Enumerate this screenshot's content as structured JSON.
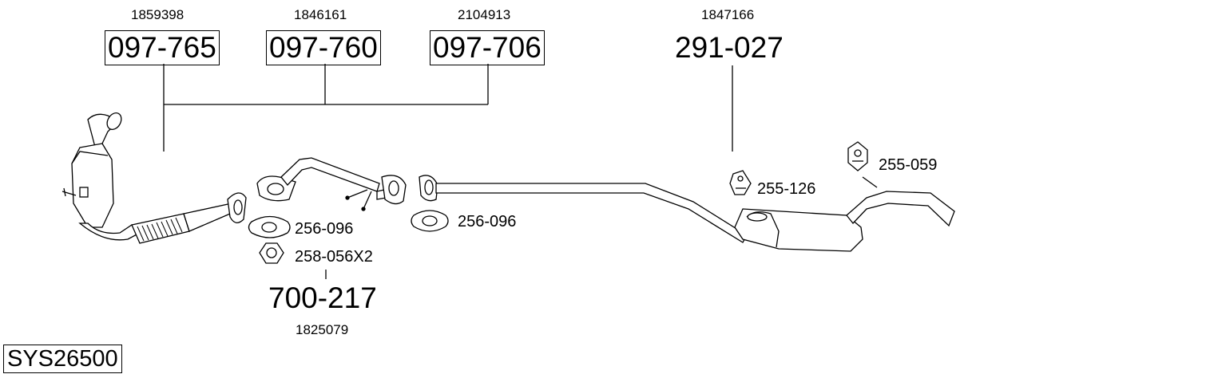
{
  "system_code": "SYS26500",
  "parts": [
    {
      "ref": "1859398",
      "number": "097-765",
      "boxed": true
    },
    {
      "ref": "1846161",
      "number": "097-760",
      "boxed": true
    },
    {
      "ref": "2104913",
      "number": "097-706",
      "boxed": true
    },
    {
      "ref": "1847166",
      "number": "291-027",
      "boxed": false
    },
    {
      "ref": "1825079",
      "number": "700-217",
      "boxed": false
    }
  ],
  "small_parts": [
    {
      "label": "256-096",
      "icon": "gasket-icon"
    },
    {
      "label": "258-056X2",
      "icon": "nut-icon"
    },
    {
      "label": "256-096",
      "icon": "gasket-icon"
    },
    {
      "label": "255-126",
      "icon": "rubber-hanger-icon"
    },
    {
      "label": "255-059",
      "icon": "rubber-hanger-icon"
    }
  ]
}
